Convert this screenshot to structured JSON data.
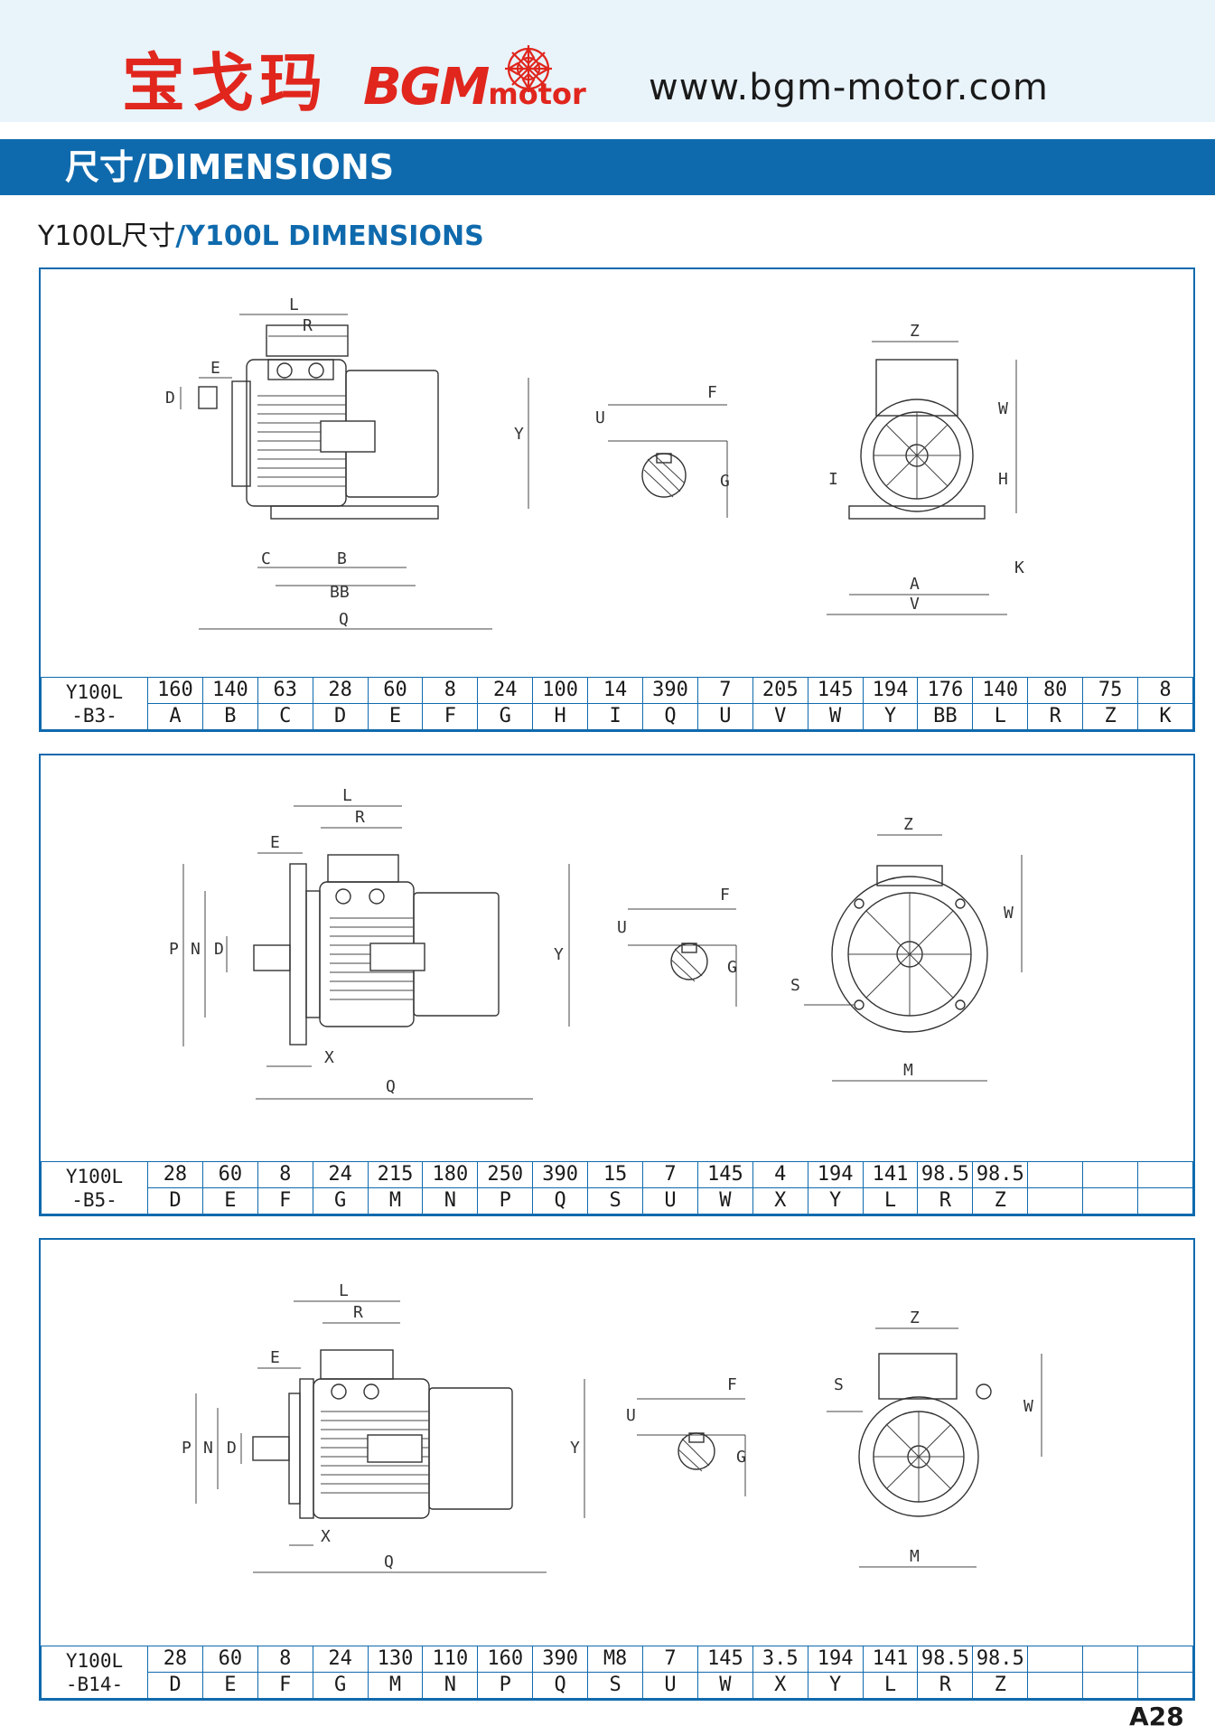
{
  "header": {
    "logo_cn": "宝戈玛",
    "logo_en_main": "BGM",
    "logo_en_sub": "motor",
    "website": "www.bgm-motor.com",
    "brand_color": "#e0261d",
    "accent_color": "#0f6aad"
  },
  "section_title": "尺寸/DIMENSIONS",
  "subtitle": {
    "cn": "Y100L尺寸",
    "en": "/Y100L DIMENSIONS"
  },
  "panels": [
    {
      "model_line1": "Y100L",
      "model_line2": "-B3-",
      "values": [
        "160",
        "140",
        "63",
        "28",
        "60",
        "8",
        "24",
        "100",
        "14",
        "390",
        "7",
        "205",
        "145",
        "194",
        "176",
        "140",
        "80",
        "75",
        "8"
      ],
      "labels": [
        "A",
        "B",
        "C",
        "D",
        "E",
        "F",
        "G",
        "H",
        "I",
        "Q",
        "U",
        "V",
        "W",
        "Y",
        "BB",
        "L",
        "R",
        "Z",
        "K"
      ],
      "drawing_labels": {
        "l": "L",
        "r": "R",
        "e": "E",
        "d": "D",
        "c": "C",
        "b": "B",
        "bb": "BB",
        "q": "Q",
        "y": "Y",
        "u": "U",
        "f": "F",
        "g": "G",
        "z": "Z",
        "w": "W",
        "i": "I",
        "h": "H",
        "k": "K",
        "a": "A",
        "v": "V"
      }
    },
    {
      "model_line1": "Y100L",
      "model_line2": "-B5-",
      "values": [
        "28",
        "60",
        "8",
        "24",
        "215",
        "180",
        "250",
        "390",
        "15",
        "7",
        "145",
        "4",
        "194",
        "141",
        "98.5",
        "98.5",
        "",
        "",
        ""
      ],
      "labels": [
        "D",
        "E",
        "F",
        "G",
        "M",
        "N",
        "P",
        "Q",
        "S",
        "U",
        "W",
        "X",
        "Y",
        "L",
        "R",
        "Z",
        "",
        "",
        ""
      ],
      "drawing_labels": {
        "l": "L",
        "r": "R",
        "e": "E",
        "p": "P",
        "n": "N",
        "d": "D",
        "x": "X",
        "q": "Q",
        "y": "Y",
        "u": "U",
        "f": "F",
        "g": "G",
        "z": "Z",
        "w": "W",
        "s": "S",
        "m": "M"
      }
    },
    {
      "model_line1": "Y100L",
      "model_line2": "-B14-",
      "values": [
        "28",
        "60",
        "8",
        "24",
        "130",
        "110",
        "160",
        "390",
        "M8",
        "7",
        "145",
        "3.5",
        "194",
        "141",
        "98.5",
        "98.5",
        "",
        "",
        ""
      ],
      "labels": [
        "D",
        "E",
        "F",
        "G",
        "M",
        "N",
        "P",
        "Q",
        "S",
        "U",
        "W",
        "X",
        "Y",
        "L",
        "R",
        "Z",
        "",
        "",
        ""
      ],
      "drawing_labels": {
        "l": "L",
        "r": "R",
        "e": "E",
        "p": "P",
        "n": "N",
        "d": "D",
        "x": "X",
        "q": "Q",
        "y": "Y",
        "u": "U",
        "f": "F",
        "g": "G",
        "z": "Z",
        "w": "W",
        "s": "S",
        "m": "M"
      }
    }
  ],
  "page_number": "A28"
}
